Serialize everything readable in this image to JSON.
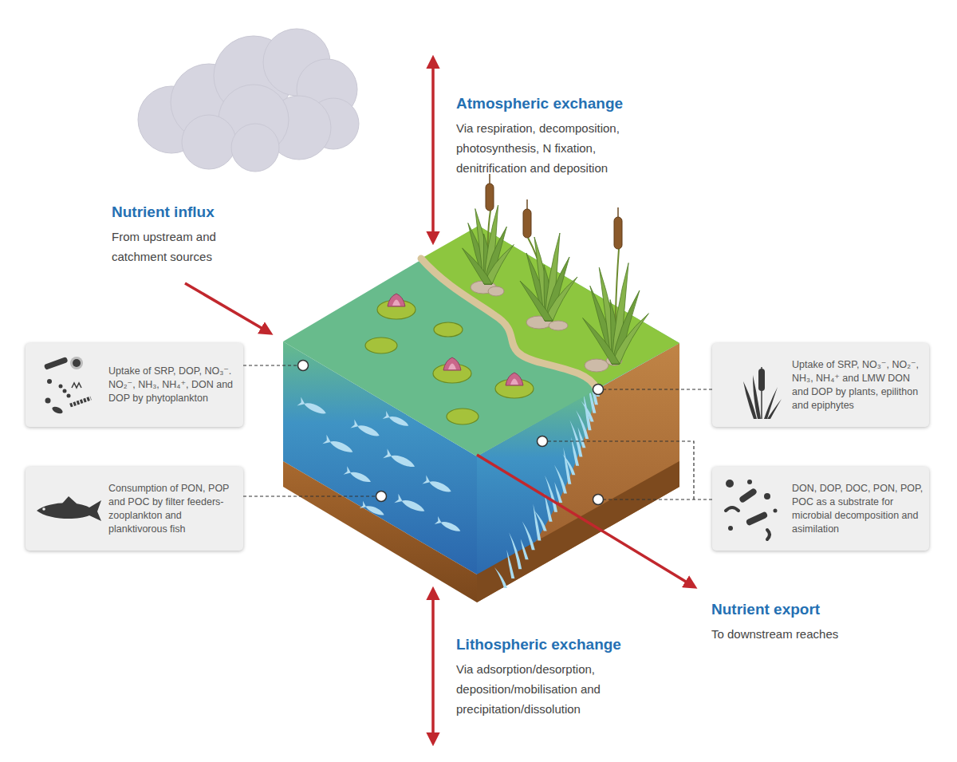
{
  "diagram": {
    "nodes": [
      {
        "text": [
          "Uptake of SRP, DOP, NO₃⁻. NO₂⁻, NH₃, NH₄⁺, DON and DOP by phytoplankton"
        ]
      },
      {
        "text": [
          "Uptake of SRP, NO₃⁻, NO₂⁻, NH₃, NH₄⁺ and LMW DON and DOP by plants, epilithon and epiphytes"
        ]
      },
      {
        "text": [
          "Consumption of PON, POP and POC by filter feeders- zooplankton and planktivorous fish"
        ]
      },
      {
        "text": [
          "DON, DOP, DOC, PON, POP, POC as a substrate for microbial decomposition and asimilation"
        ]
      }
    ],
    "labels": [
      "Atmospheric exchange",
      "Via respiration, decomposition, photosynthesis, N fixation, denitrification and deposition",
      "Nutrient influx",
      "From upstream and catchment sources",
      "Lithospheric exchange",
      "Via adsorption/desorption, deposition/mobilisation and precipitation/dissolution",
      "Nutrient export",
      "To downstream reaches"
    ]
  }
}
